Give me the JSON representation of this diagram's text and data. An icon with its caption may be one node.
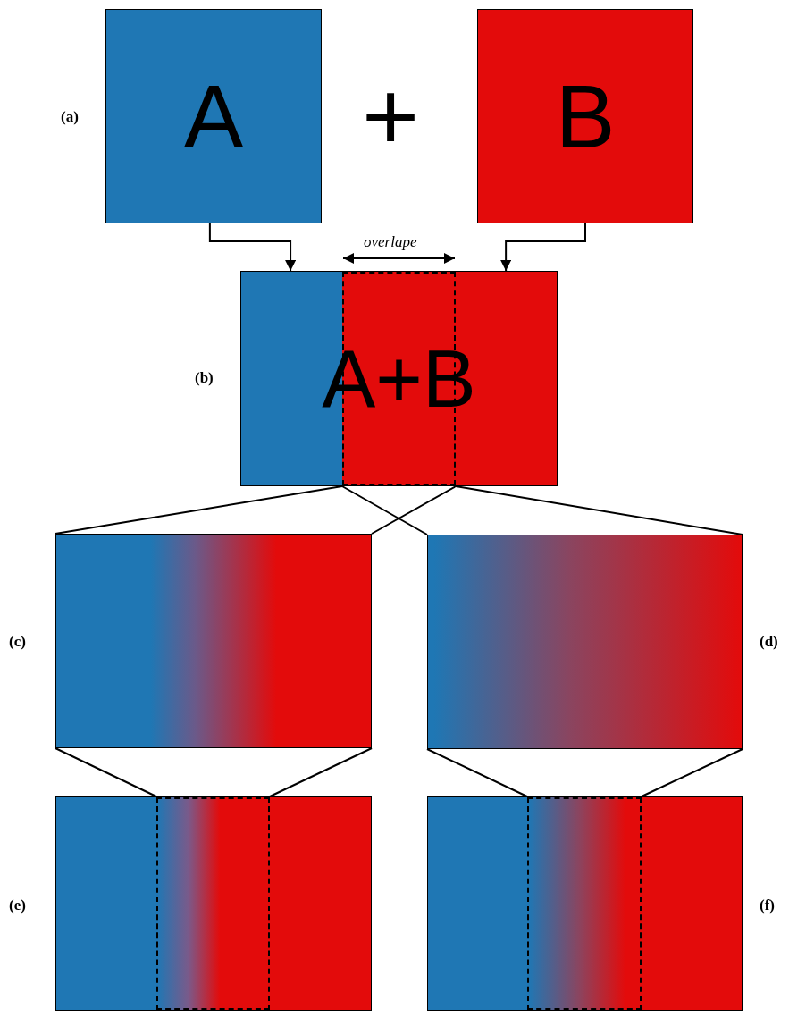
{
  "diagram": {
    "nodes": [
      {
        "text": [
          "A"
        ]
      },
      {
        "text": [
          "B"
        ]
      },
      {
        "text": [
          "A+B"
        ],
        "beside": [
          "(b)"
        ]
      },
      {
        "text": [],
        "shape": "box",
        "beside": [
          "(c)"
        ]
      },
      {
        "text": [],
        "shape": "box",
        "beside": [
          "(d)"
        ]
      },
      {
        "text": [],
        "shape": "box",
        "beside": [
          "(e)"
        ]
      },
      {
        "text": [],
        "shape": "box",
        "beside": [
          "(f)"
        ]
      }
    ],
    "edges": [
      {
        "from": 0,
        "to": 2,
        "arrow": "to"
      },
      {
        "from": 1,
        "to": 2,
        "arrow": "to"
      },
      {
        "from": 2,
        "to": 3,
        "arrow": "none"
      },
      {
        "from": 2,
        "to": 3,
        "arrow": "none"
      },
      {
        "from": 2,
        "to": 4,
        "arrow": "none"
      },
      {
        "from": 2,
        "to": 4,
        "arrow": "none"
      },
      {
        "from": 3,
        "to": 5,
        "arrow": "none"
      },
      {
        "from": 3,
        "to": 5,
        "arrow": "none"
      },
      {
        "from": 4,
        "to": 6,
        "arrow": "none"
      },
      {
        "from": 4,
        "to": 6,
        "arrow": "none"
      }
    ],
    "labels": [
      "(a)",
      "+",
      "overlape"
    ]
  }
}
